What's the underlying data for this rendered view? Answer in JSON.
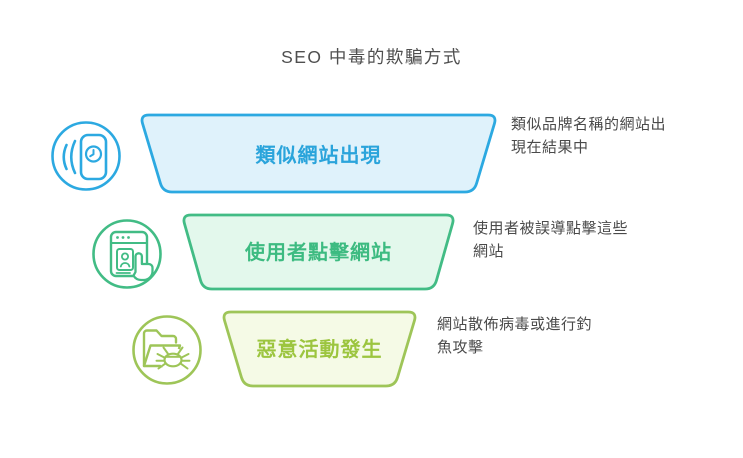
{
  "title": "SEO 中毒的欺騙方式",
  "stages": [
    {
      "label": "類似網站出現",
      "description": "類似品牌名稱的網站出現在結果中",
      "icon": "similar-sites-clock-icon",
      "colors": {
        "border": "#2CA9E1",
        "fill": "#DFF2FB",
        "text": "#2AA4DB"
      }
    },
    {
      "label": "使用者點擊網站",
      "description": "使用者被誤導點擊這些網站",
      "icon": "browser-click-hand-icon",
      "colors": {
        "border": "#42BC85",
        "fill": "#E3F8EC",
        "text": "#3DBB81"
      }
    },
    {
      "label": "惡意活動發生",
      "description": "網站散佈病毒或進行釣魚攻擊",
      "icon": "folder-bug-icon",
      "colors": {
        "border": "#9EC558",
        "fill": "#F5FAE6",
        "text": "#9CC53F"
      }
    }
  ]
}
